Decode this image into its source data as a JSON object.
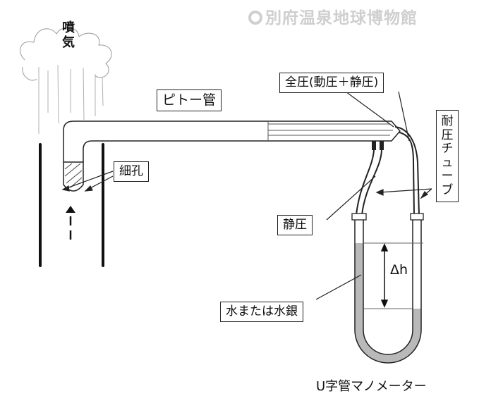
{
  "watermark": "別府温泉地球博物館",
  "steam": "噴気",
  "labels": {
    "pitot": "ピトー管",
    "total_pressure": "全圧(動圧＋静圧)",
    "pore": "細孔",
    "static_pressure": "静圧",
    "pressure_tube": "耐圧チューブ",
    "water_mercury": "水または水銀",
    "delta_h": "Δh",
    "manometer": "U字管マノメーター"
  },
  "colors": {
    "fluid": "#b9b9b9",
    "line": "#222222"
  }
}
